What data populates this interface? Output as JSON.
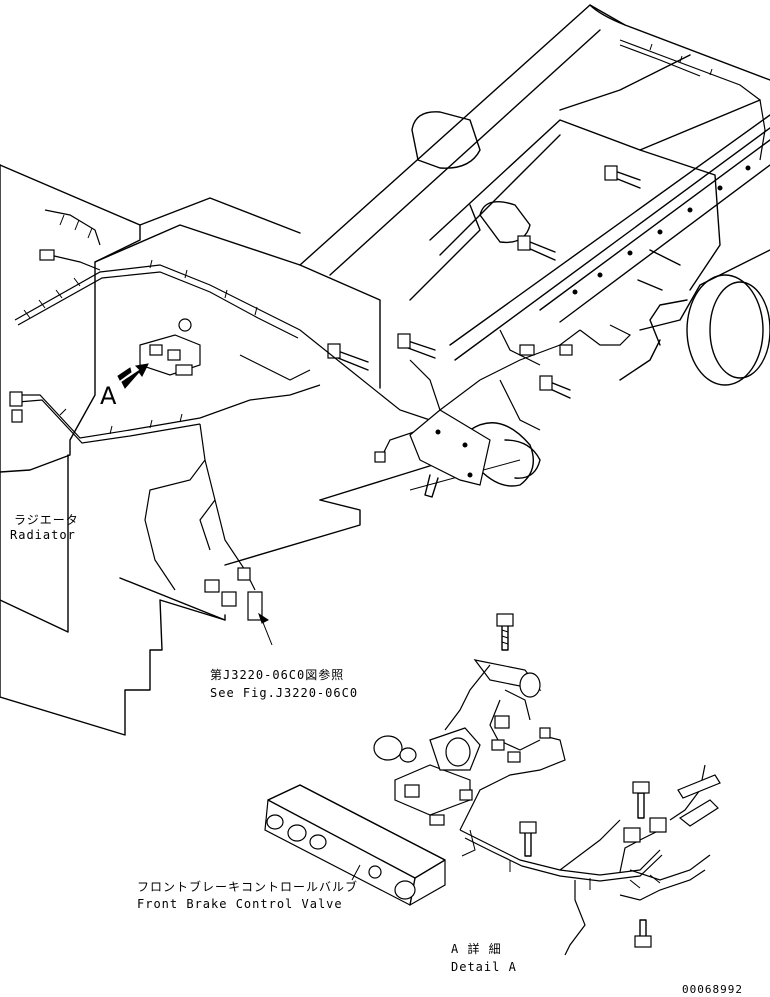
{
  "callouts": {
    "detail_arrow_letter": "A"
  },
  "labels": {
    "radiator_jp": "ラジエータ",
    "radiator_en": "Radiator",
    "ref_jp": "第J3220-06C0図参照",
    "ref_en": "See Fig.J3220-06C0",
    "valve_jp": "フロントブレーキコントロールバルブ",
    "valve_en": "Front Brake Control Valve",
    "detail_jp": "A 詳 細",
    "detail_en": "Detail A"
  },
  "drawing_number": "00068992"
}
